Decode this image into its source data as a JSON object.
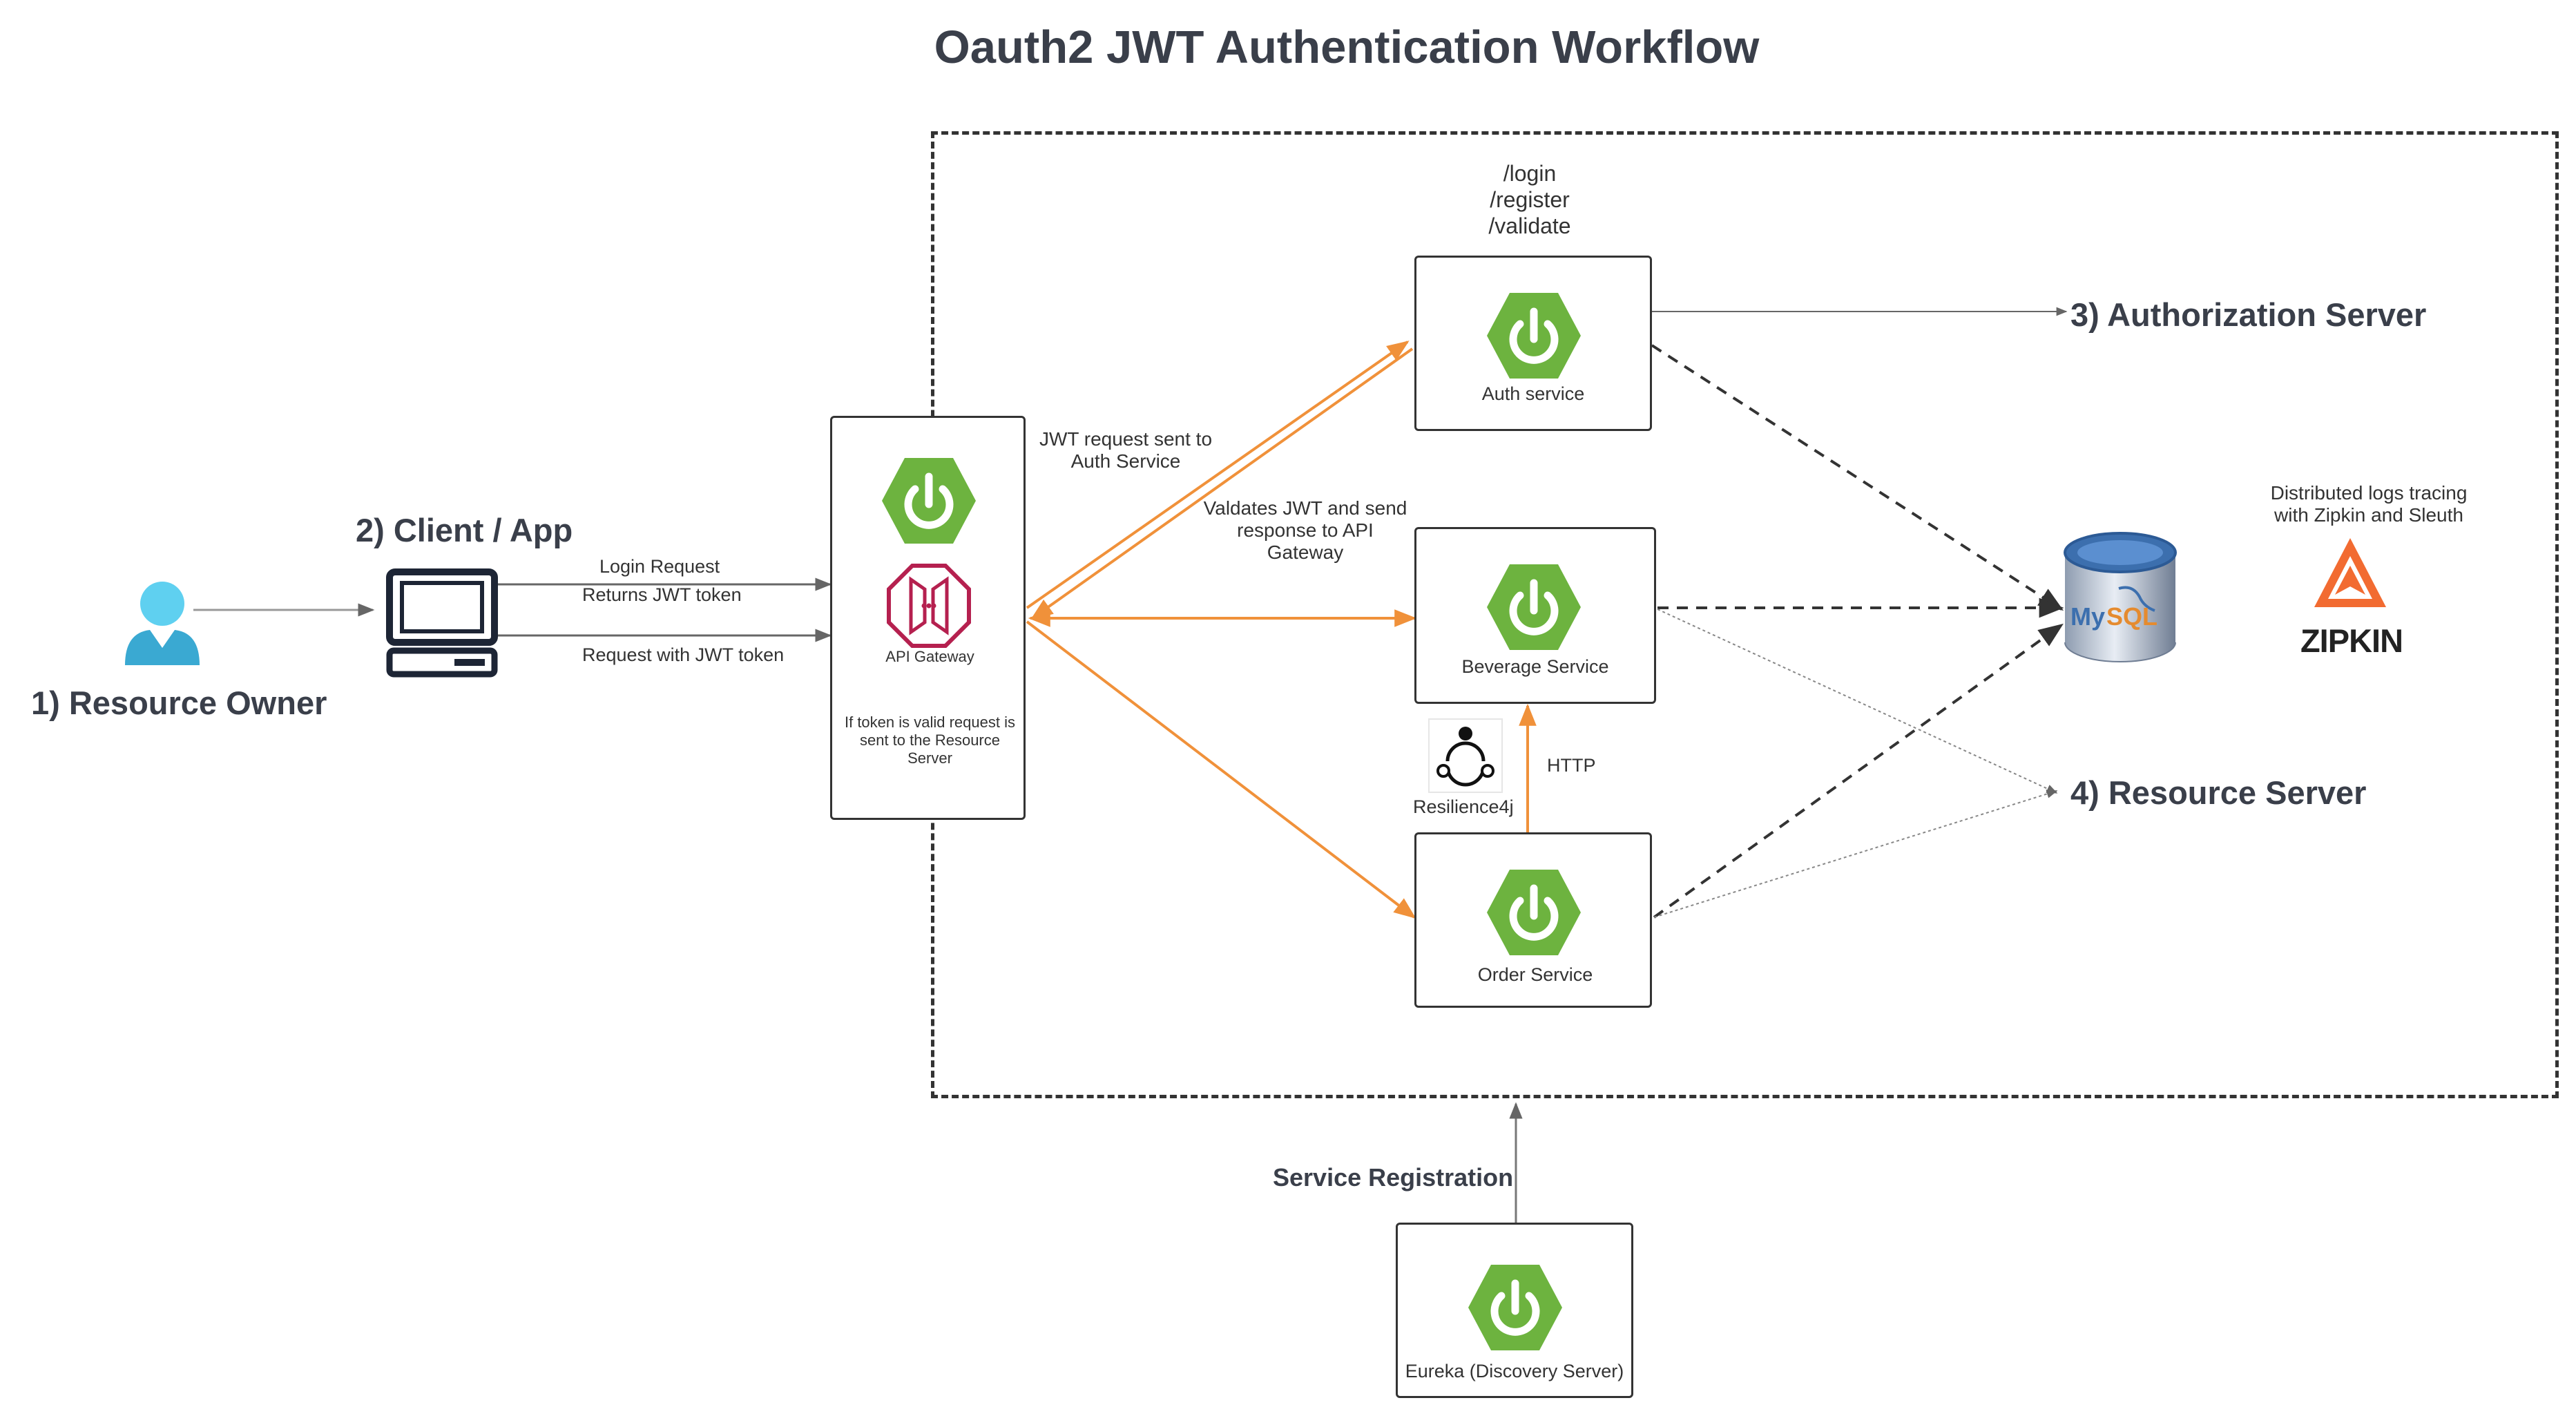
{
  "title": "Oauth2 JWT Authentication Workflow",
  "resource_owner": {
    "label": "1) Resource Owner"
  },
  "client": {
    "label": "2) Client / App"
  },
  "client_arrows": {
    "login": "Login Request",
    "returns": "Returns JWT token",
    "request": "Request with JWT token"
  },
  "gateway": {
    "label": "API Gateway",
    "note": "If token is valid request is sent to the Resource Server"
  },
  "gateway_arrows": {
    "jwt_sent": "JWT request sent to Auth Service",
    "validates": "Valdates JWT and send response to API Gateway"
  },
  "auth": {
    "endpoints": [
      "/login",
      "/register",
      "/validate"
    ],
    "label": "Auth service"
  },
  "beverage": {
    "label": "Beverage Service"
  },
  "order": {
    "label": "Order Service"
  },
  "resilience": {
    "label": "Resilience4j",
    "link_label": "HTTP"
  },
  "authorization_server": {
    "label": "3) Authorization Server"
  },
  "resource_server": {
    "label": "4) Resource Server"
  },
  "mysql": {
    "label": "MySQL"
  },
  "zipkin": {
    "note": "Distributed logs tracing with Zipkin and Sleuth",
    "label": "ZIPKIN"
  },
  "eureka": {
    "label": "Eureka (Discovery Server)",
    "registration": "Service Registration"
  },
  "colors": {
    "spring_green": "#6db33f",
    "orange_arrow": "#f0913a",
    "gateway_red": "#b5204f",
    "person_blue": "#3fb7e0",
    "zipkin_orange": "#f26b31",
    "mysql_blue": "#3c6fae"
  }
}
